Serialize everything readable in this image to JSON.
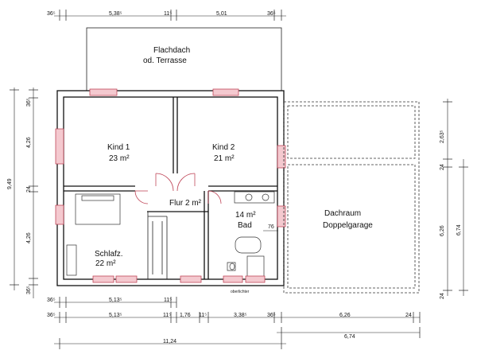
{
  "rooms": {
    "terrace_line1": "Flachdach",
    "terrace_line2": "od. Terrasse",
    "kind1_name": "Kind 1",
    "kind1_area": "23 m²",
    "kind2_name": "Kind 2",
    "kind2_area": "21 m²",
    "flur": "Flur  2 m²",
    "bad_area": "14 m²",
    "bad_name": "Bad",
    "schlaf_name": "Schlafz.",
    "schlaf_area": "22 m²",
    "garage_line1": "Dachraum",
    "garage_line2": "Doppelgarage",
    "oberlichter": "oberlichter",
    "bad_dim": "76"
  },
  "dims_top": {
    "d1": "36⁵",
    "d2": "5,38⁵",
    "d3": "11⁵",
    "d4": "5,01",
    "d5": "36⁵"
  },
  "dims_left": {
    "total": "9,49",
    "d1": "36⁵",
    "d2": "4,26",
    "d3": "24",
    "d4": "4,26",
    "d5": "36⁵"
  },
  "dims_right": {
    "total": "6,74",
    "d1": "2,63⁵",
    "d2": "24",
    "d3": "6,26",
    "d4": "24"
  },
  "dims_bottom1": {
    "d1": "36⁵",
    "d2": "5,13⁵",
    "d3": "11⁵"
  },
  "dims_bottom2": {
    "d1": "36⁵",
    "d2": "5,13⁵",
    "d3": "11⁵",
    "d4": "1,76",
    "d5": "11⁵",
    "d6": "3,38⁵",
    "d7": "36⁵",
    "d8": "6,26",
    "d9": "24"
  },
  "dims_bottom3": {
    "d1": "6,74",
    "d2": "11,24"
  }
}
